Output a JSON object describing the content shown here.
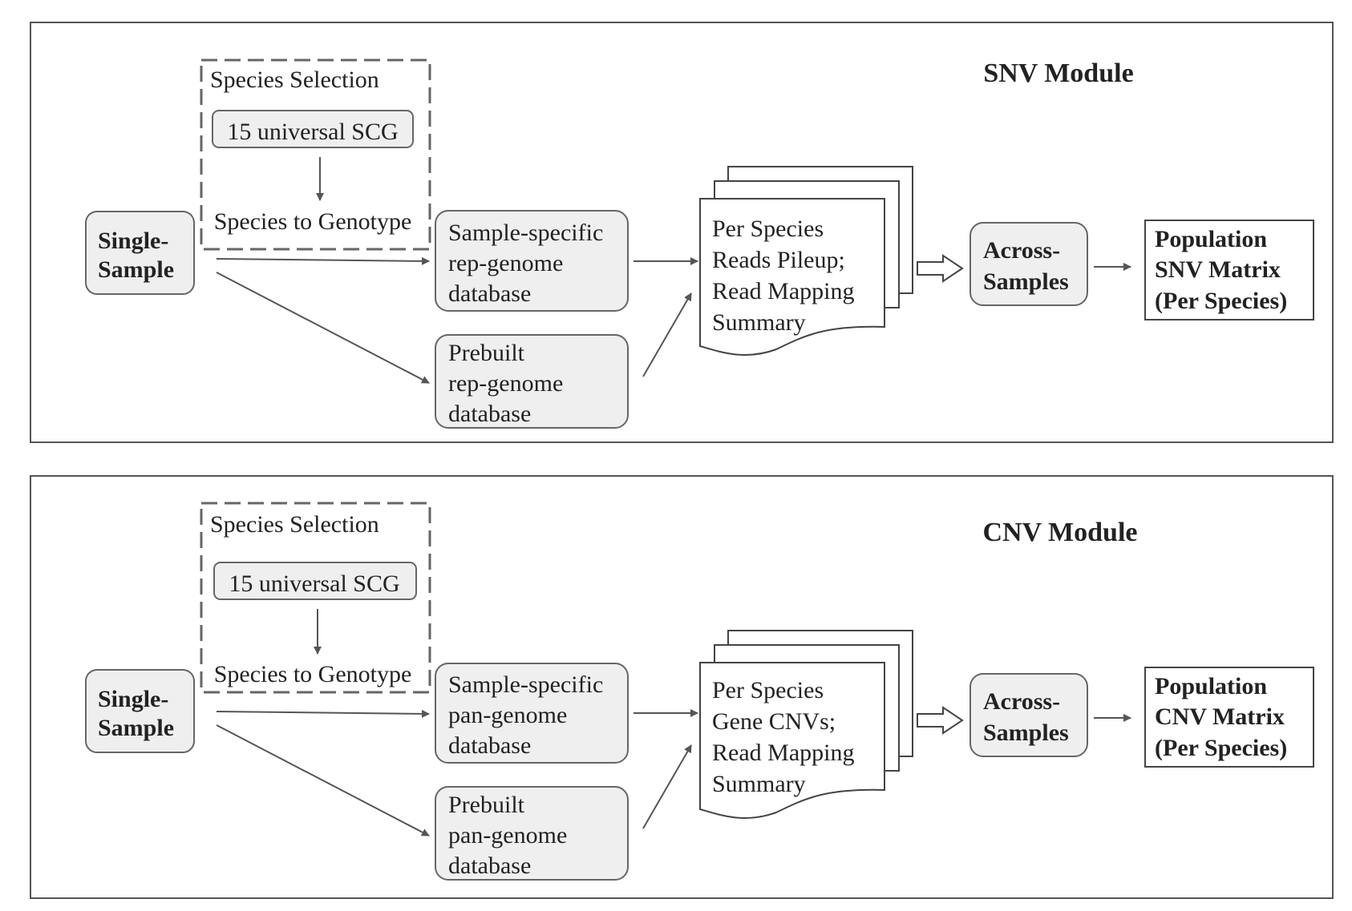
{
  "modules": [
    {
      "title": "SNV Module",
      "species_selection": {
        "title": "Species Selection",
        "scg": "15 universal SCG",
        "target": "Species to Genotype"
      },
      "input": [
        "Single-",
        "Sample"
      ],
      "db_specific": [
        "Sample-specific",
        "rep-genome",
        "database"
      ],
      "db_prebuilt": [
        "Prebuilt",
        "rep-genome",
        "database"
      ],
      "per_species": [
        "Per Species",
        "Reads Pileup;",
        "Read Mapping",
        "Summary"
      ],
      "across": [
        "Across-",
        "Samples"
      ],
      "output": [
        "Population",
        "SNV Matrix",
        "(Per Species)"
      ]
    },
    {
      "title": "CNV Module",
      "species_selection": {
        "title": "Species Selection",
        "scg": "15 universal SCG",
        "target": "Species to Genotype"
      },
      "input": [
        "Single-",
        "Sample"
      ],
      "db_specific": [
        "Sample-specific",
        "pan-genome",
        "database"
      ],
      "db_prebuilt": [
        "Prebuilt",
        "pan-genome",
        "database"
      ],
      "per_species": [
        "Per Species",
        "Gene CNVs;",
        "Read Mapping",
        "Summary"
      ],
      "across": [
        "Across-",
        "Samples"
      ],
      "output": [
        "Population",
        "CNV Matrix",
        "(Per Species)"
      ]
    }
  ],
  "colors": {
    "frame": "#555555",
    "box_fill": "#efefef",
    "box_stroke": "#666666",
    "arrow": "#555555",
    "text": "#222222"
  }
}
